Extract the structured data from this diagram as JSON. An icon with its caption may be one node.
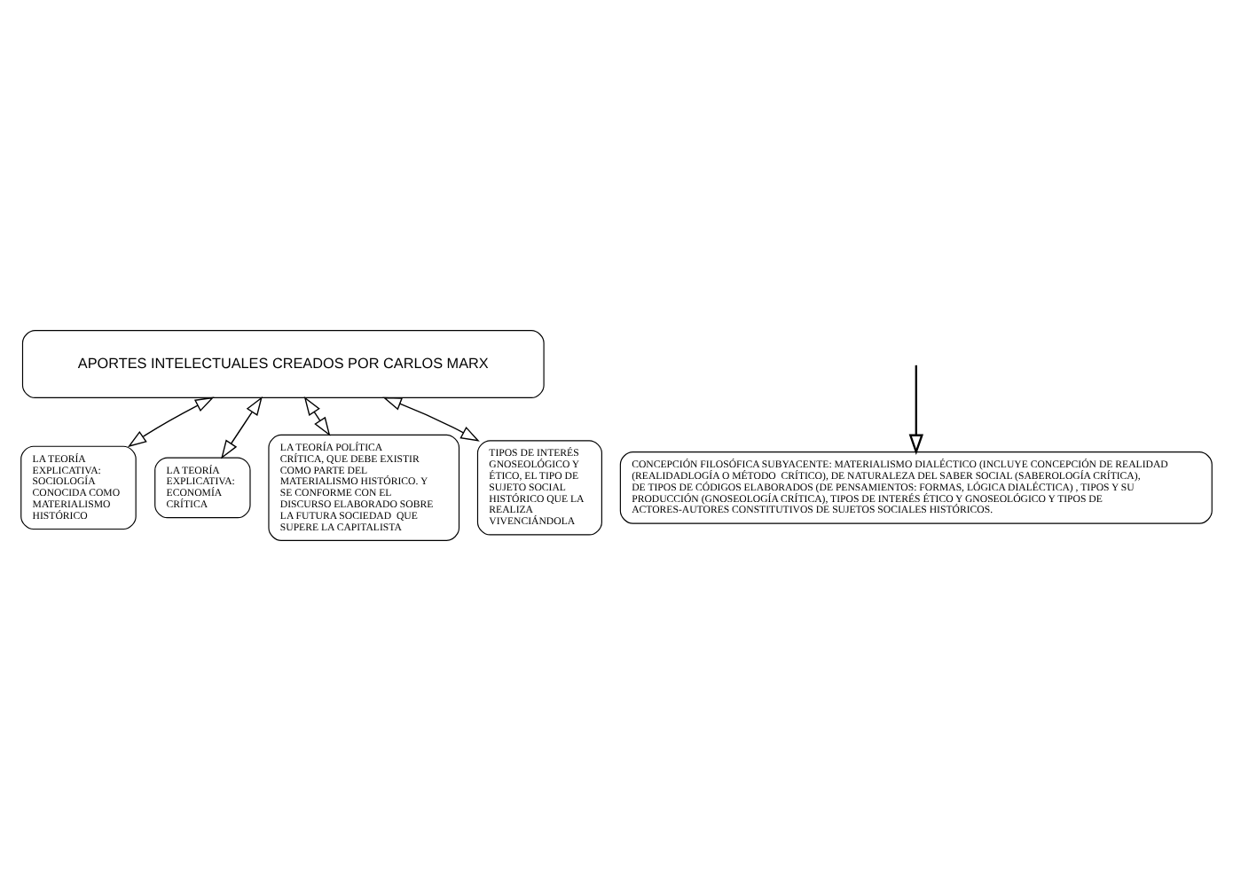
{
  "diagram": {
    "nodes": [
      {
        "text": [
          "APORTES INTELECTUALES CREADOS POR CARLOS MARX"
        ]
      },
      {
        "text": [
          "LA TEORÍA EXPLICATIVA: SOCIOLOGÍA CONOCIDA COMO MATERIALISMO HISTÓRICO"
        ]
      },
      {
        "text": [
          "LA TEORÍA EXPLICATIVA: ECONOMÍA CRÍTICA"
        ]
      },
      {
        "text": [
          "LA TEORÍA POLÍTICA CRÍTICA, QUE DEBE EXISTIR COMO PARTE DEL MATERIALISMO HISTÓRICO. Y SE CONFORME CON EL DISCURSO ELABORADO SOBRE LA FUTURA SOCIEDAD  QUE SUPERE LA CAPITALISTA"
        ]
      },
      {
        "text": [
          "TIPOS DE INTERÉS GNOSEOLÓGICO Y ÉTICO, EL TIPO DE SUJETO SOCIAL HISTÓRICO QUE LA REALIZA VIVENCIÁNDOLA"
        ]
      },
      {
        "text": [
          "CONCEPCIÓN FILOSÓFICA SUBYACENTE: MATERIALISMO DIALÉCTICO (INCLUYE CONCEPCIÓN DE REALIDAD (REALIDADLOGÍA O MÉTODO  CRÍTICO), DE NATURALEZA DEL SABER SOCIAL (SABEROLOGÍA CRÍTICA), DE TIPOS DE CÓDIGOS ELABORADOS (DE PENSAMIENTOS: FORMAS, LÓGICA DIALÉCTICA) , TIPOS Y SU PRODUCCIÓN (GNOSEOLOGÍA CRÍTICA), TIPOS DE INTERÉS ÉTICO Y GNOSEOLÓGICO Y TIPOS DE ACTORES-AUTORES CONSTITUTIVOS DE SUJETOS SOCIALES HISTÓRICOS."
        ]
      }
    ],
    "edges": [
      {
        "from": 0,
        "to": 1,
        "arrow": "both"
      },
      {
        "from": 0,
        "to": 2,
        "arrow": "both"
      },
      {
        "from": 0,
        "to": 3,
        "arrow": "both"
      },
      {
        "from": 0,
        "to": 4,
        "arrow": "both"
      },
      {
        "from": null,
        "to": 5,
        "arrow": "to"
      }
    ]
  }
}
